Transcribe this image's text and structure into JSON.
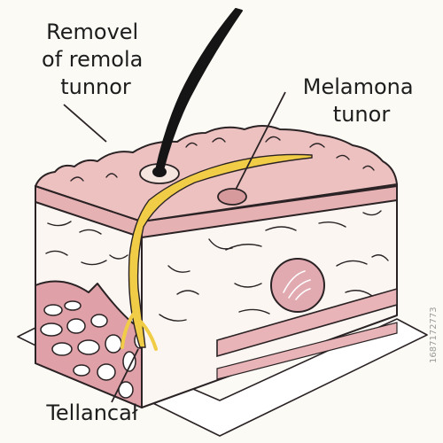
{
  "labels": {
    "removal": [
      "Removel",
      "of remola",
      "tunnor"
    ],
    "melanoma": [
      "Melamona",
      "tunor"
    ],
    "nerve": "Tellancał"
  },
  "stock_id": "1687172773",
  "colors": {
    "background": "#fbfaf4",
    "epidermis": "#ecc1c0",
    "epidermis_dark": "#d79a9c",
    "dermis": "#fbf6f2",
    "tumor": "#e1aab0",
    "nerve": "#f1cd47",
    "hair": "#151515",
    "outline": "#2a2224"
  }
}
